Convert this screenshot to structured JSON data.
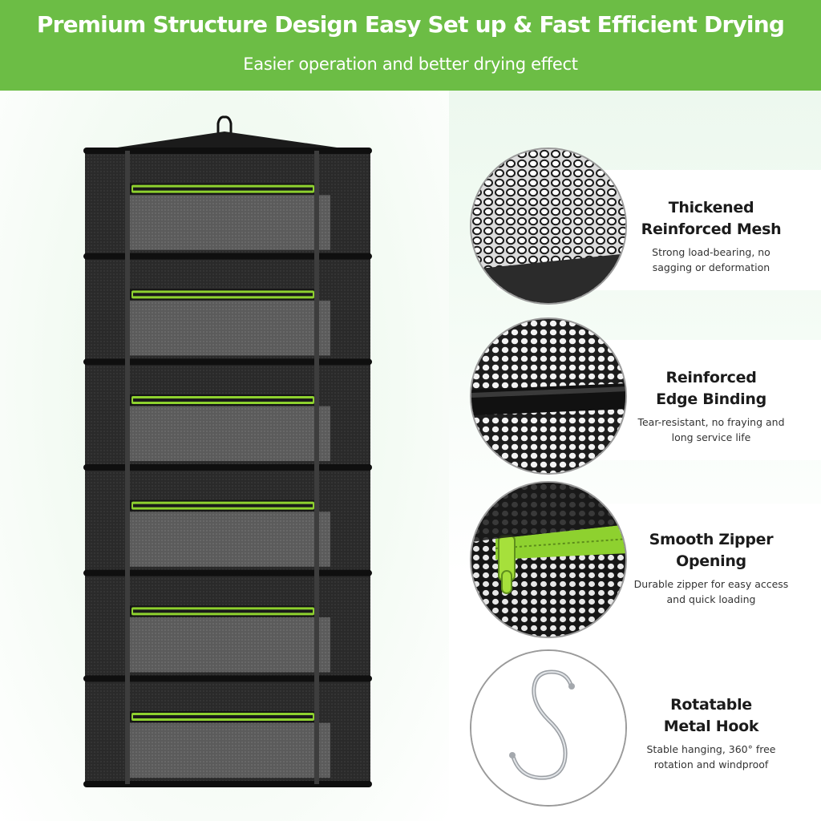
{
  "header": {
    "title": "Premium Structure Design Easy Set up & Fast Efficient Drying",
    "subtitle": "Easier operation and better drying effect"
  },
  "colors": {
    "brand_green": "#6cbd45",
    "zipper_green": "#8ed12f",
    "mesh_black": "#1e1e1e"
  },
  "product": {
    "tiers": 6,
    "image": "six-tier-hanging-drying-rack"
  },
  "features": [
    {
      "icon": "mesh-closeup",
      "title_line1": "Thickened",
      "title_line2": "Reinforced Mesh",
      "desc_line1": "Strong load-bearing, no",
      "desc_line2": "sagging or deformation"
    },
    {
      "icon": "edge-binding-closeup",
      "title_line1": "Reinforced",
      "title_line2": "Edge Binding",
      "desc_line1": "Tear-resistant, no fraying and",
      "desc_line2": "long service life"
    },
    {
      "icon": "zipper-closeup",
      "title_line1": "Smooth Zipper",
      "title_line2": "Opening",
      "desc_line1": "Durable zipper for easy access",
      "desc_line2": "and quick loading"
    },
    {
      "icon": "s-hook-icon",
      "title_line1": "Rotatable",
      "title_line2": "Metal Hook",
      "desc_line1": "Stable hanging, 360° free",
      "desc_line2": "rotation and windproof"
    }
  ]
}
